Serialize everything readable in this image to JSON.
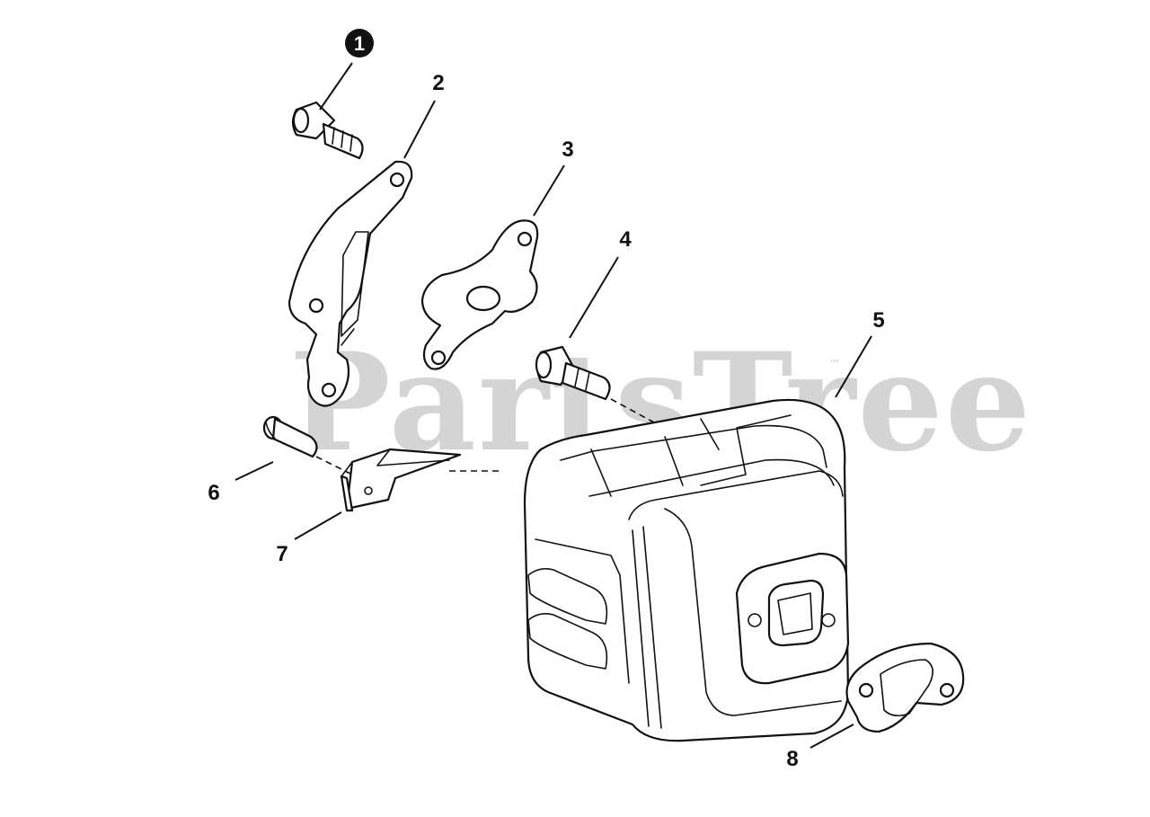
{
  "watermark": {
    "text": "PartsTree",
    "trademark": "™"
  },
  "callouts": [
    {
      "id": "1",
      "label": "1",
      "highlighted": true
    },
    {
      "id": "2",
      "label": "2"
    },
    {
      "id": "3",
      "label": "3"
    },
    {
      "id": "4",
      "label": "4"
    },
    {
      "id": "5",
      "label": "5"
    },
    {
      "id": "6",
      "label": "6"
    },
    {
      "id": "7",
      "label": "7"
    },
    {
      "id": "8",
      "label": "8"
    }
  ],
  "colors": {
    "line": "#111111",
    "background": "#ffffff",
    "watermark": "#d4d4d4",
    "highlight_badge": "#111111"
  }
}
